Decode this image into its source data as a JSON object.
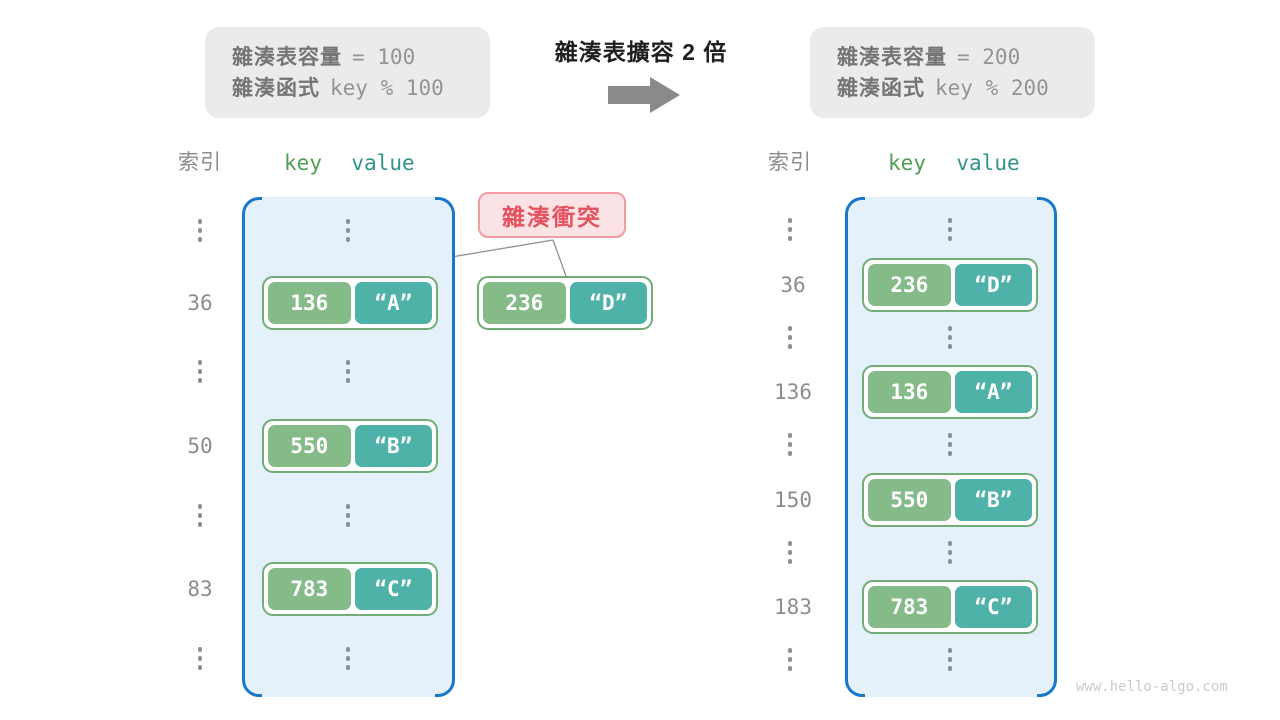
{
  "left_info": {
    "line1_label": "雜湊表容量",
    "line1_code": "= 100",
    "line2_label": "雜湊函式",
    "line2_code": "key % 100"
  },
  "right_info": {
    "line1_label": "雜湊表容量",
    "line1_code": "= 200",
    "line2_label": "雜湊函式",
    "line2_code": "key % 200"
  },
  "transition": {
    "title": "雜湊表擴容 2 倍",
    "arrow_icon": "right-block-arrow"
  },
  "collision": {
    "label": "雜湊衝突",
    "pair": {
      "key": "236",
      "value": "“D”"
    }
  },
  "tables": {
    "left": {
      "columns": {
        "index": "索引",
        "key": "key",
        "value": "value"
      },
      "rows": [
        {
          "type": "dots"
        },
        {
          "type": "pair",
          "index": "36",
          "key": "136",
          "value": "“A”"
        },
        {
          "type": "dots"
        },
        {
          "type": "pair",
          "index": "50",
          "key": "550",
          "value": "“B”"
        },
        {
          "type": "dots"
        },
        {
          "type": "pair",
          "index": "83",
          "key": "783",
          "value": "“C”"
        },
        {
          "type": "dots"
        }
      ]
    },
    "right": {
      "columns": {
        "index": "索引",
        "key": "key",
        "value": "value"
      },
      "rows": [
        {
          "type": "dots"
        },
        {
          "type": "pair",
          "index": "36",
          "key": "236",
          "value": "“D”"
        },
        {
          "type": "dots"
        },
        {
          "type": "pair",
          "index": "136",
          "key": "136",
          "value": "“A”"
        },
        {
          "type": "dots"
        },
        {
          "type": "pair",
          "index": "150",
          "key": "550",
          "value": "“B”"
        },
        {
          "type": "dots"
        },
        {
          "type": "pair",
          "index": "183",
          "key": "783",
          "value": "“C”"
        },
        {
          "type": "dots"
        }
      ]
    }
  },
  "watermark": "www.hello-algo.com",
  "colors": {
    "bracket_blue": "#1878ca",
    "table_fill": "#e4f0fa",
    "key_green": "#85bb88",
    "value_teal": "#4fb2a9",
    "pair_border": "#72ad77",
    "header_key_green": "#4f9e54",
    "header_value_teal": "#2f948c",
    "collision_text": "#e4515f",
    "collision_bg": "#fbe3e5",
    "collision_border": "#f19ca3",
    "info_bg": "#ebebeb",
    "gray_text": "#8c8c8c",
    "arrow_gray": "#8a8a8a",
    "watermark_gray": "#cbcbcb"
  }
}
